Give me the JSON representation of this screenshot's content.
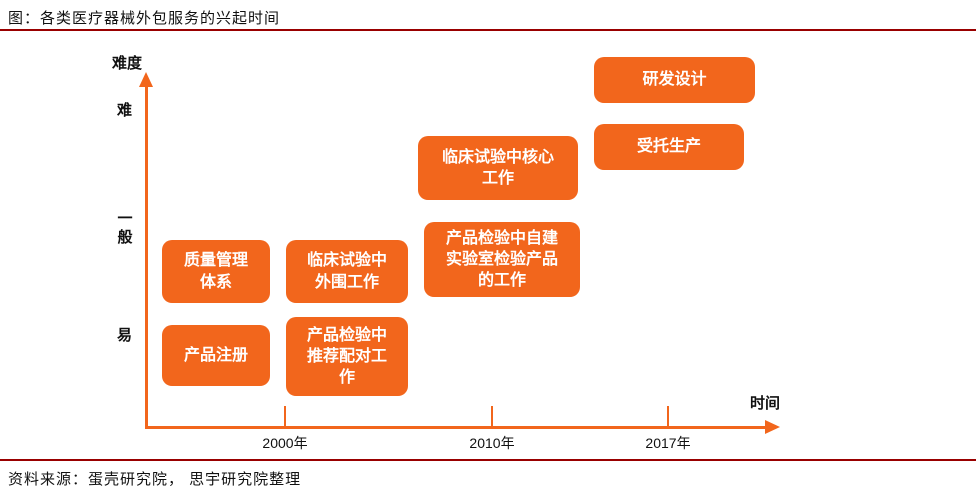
{
  "header": {
    "title": "图：各类医疗器械外包服务的兴起时间"
  },
  "footer": {
    "source": "资料来源：蛋壳研究院，  思宇研究院整理"
  },
  "axes": {
    "y_label": "难度",
    "x_label": "时间",
    "y_ticks": {
      "hard": "难",
      "mid": "一般",
      "easy": "易"
    },
    "x_ticks": {
      "t2000": "2000年",
      "t2010": "2010年",
      "t2017": "2017年"
    }
  },
  "boxes": {
    "quality": "质量管理\n体系",
    "registration": "产品注册",
    "clinical_peripheral": "临床试验中\n外围工作",
    "inspection_pairing": "产品检验中\n推荐配对工\n作",
    "clinical_core": "临床试验中核心\n工作",
    "inspection_lab": "产品检验中自建\n实验室检验产品\n的工作",
    "rd_design": "研发设计",
    "contract_mfg": "受托生产"
  },
  "colors": {
    "accent_orange": "#F2661C",
    "rule_red": "#990000"
  },
  "chart_data": {
    "type": "scatter",
    "title": "各类医疗器械外包服务的兴起时间",
    "xlabel": "时间",
    "ylabel": "难度",
    "x_ticks": [
      "2000年",
      "2010年",
      "2017年"
    ],
    "y_ticks": [
      "易",
      "一般",
      "难"
    ],
    "grid": false,
    "legend": false,
    "points": [
      {
        "label": "产品注册",
        "x": "2000年",
        "difficulty": "易"
      },
      {
        "label": "质量管理体系",
        "x": "2000年",
        "difficulty": "一般"
      },
      {
        "label": "产品检验中推荐配对工作",
        "x": "2000年-2010年之间",
        "difficulty": "易"
      },
      {
        "label": "临床试验中外围工作",
        "x": "2000年-2010年之间",
        "difficulty": "一般"
      },
      {
        "label": "产品检验中自建实验室检验产品的工作",
        "x": "2010年",
        "difficulty": "一般"
      },
      {
        "label": "临床试验中核心工作",
        "x": "2010年",
        "difficulty": "一般偏难"
      },
      {
        "label": "受托生产",
        "x": "2017年",
        "difficulty": "难"
      },
      {
        "label": "研发设计",
        "x": "2017年",
        "difficulty": "难"
      }
    ]
  }
}
